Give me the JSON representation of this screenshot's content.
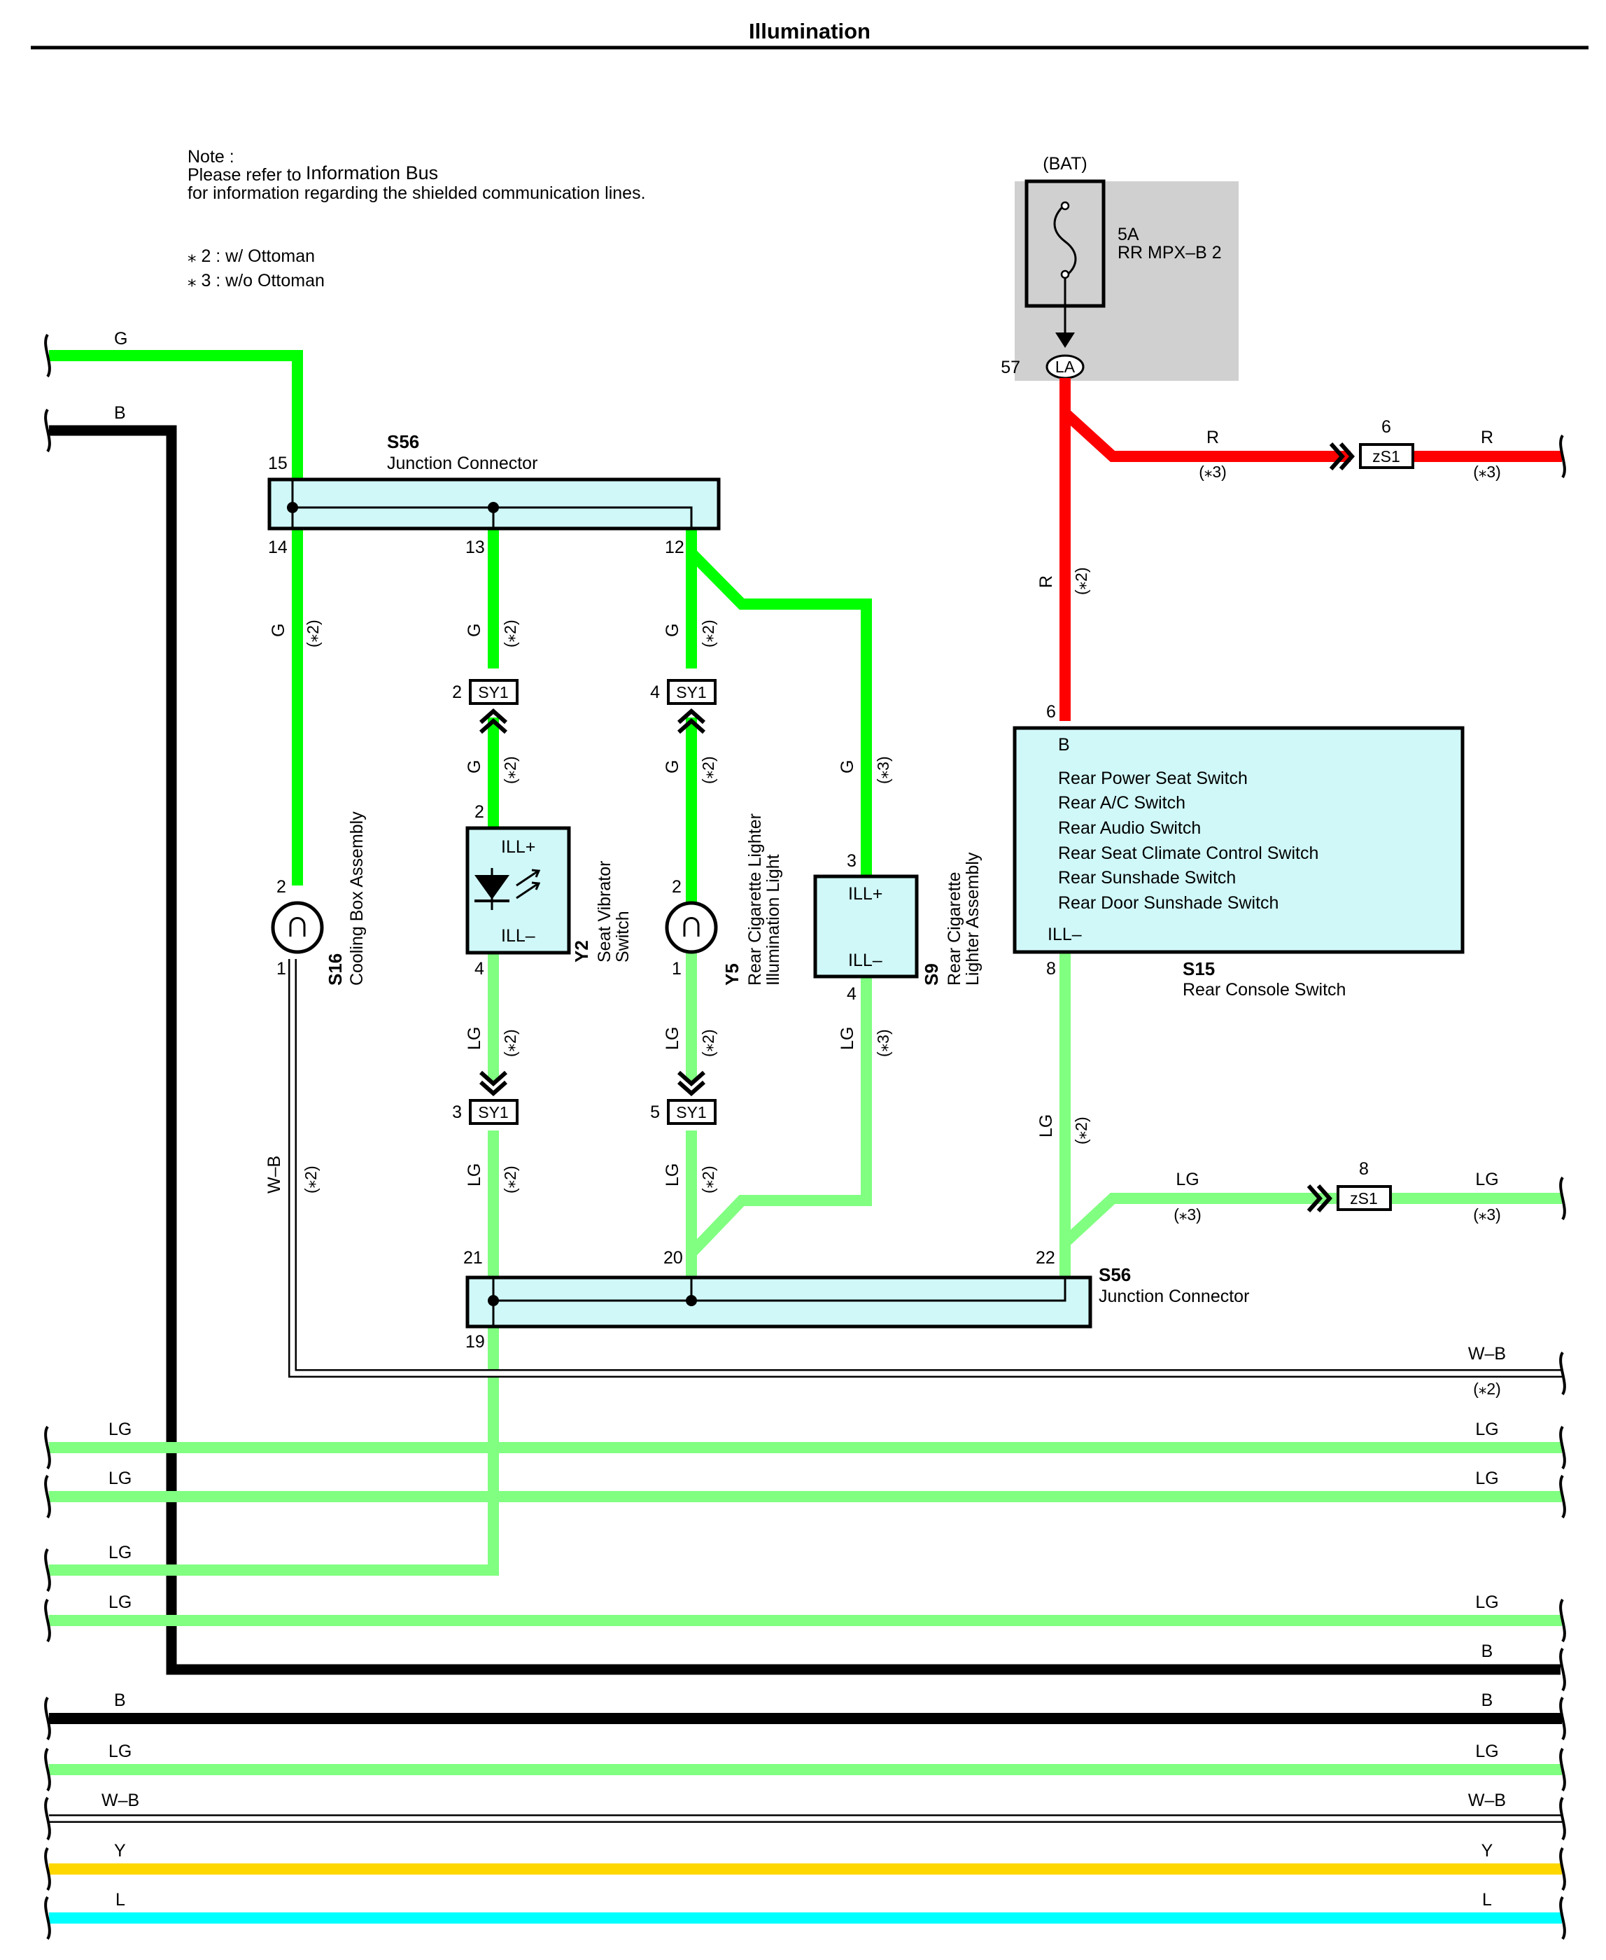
{
  "title": "Illumination",
  "notes": {
    "line1": "Note :",
    "line2_prefix": "Please refer to",
    "line2_link": "Information Bus",
    "line3": "for information regarding the shielded communication lines.",
    "star2": "⁎ 2 : w/ Ottoman",
    "star3": "⁎ 3 : w/o Ottoman"
  },
  "colors": {
    "G": "#00ff00",
    "LG": "#80ff80",
    "B": "#000000",
    "R": "#ff0000",
    "Y": "#ffd700",
    "L": "#00ffff",
    "W-B": "#ffffff",
    "component_fill": "#d0f8f8",
    "fuse_box_fill": "#d0d0d0"
  },
  "fuse": {
    "source": "(BAT)",
    "rating": "5A",
    "name": "RR MPX–B 2",
    "pin": "57",
    "connector": "LA"
  },
  "junction_top": {
    "code": "S56",
    "name": "Junction Connector",
    "pins": [
      "15",
      "14",
      "13",
      "12"
    ]
  },
  "junction_bottom": {
    "code": "S56",
    "name": "Junction Connector",
    "pins": [
      "21",
      "20",
      "22",
      "19"
    ]
  },
  "components": {
    "s16": {
      "code": "S16",
      "name": "Cooling Box Assembly",
      "pin_top": "2",
      "pin_bottom": "1"
    },
    "y2": {
      "code": "Y2",
      "name1": "Seat Vibrator",
      "name2": "Switch",
      "pin_top": "2",
      "pin_bottom": "4",
      "ill_plus": "ILL+",
      "ill_minus": "ILL–"
    },
    "y5": {
      "code": "Y5",
      "name1": "Rear Cigarette Lighter",
      "name2": "Illumination Light",
      "pin_top": "2",
      "pin_bottom": "1"
    },
    "s9": {
      "code": "S9",
      "name1": "Rear Cigarette",
      "name2": "Lighter Assembly",
      "pin_top": "3",
      "pin_bottom": "4",
      "ill_plus": "ILL+",
      "ill_minus": "ILL–"
    },
    "s15": {
      "code": "S15",
      "name": "Rear Console Switch",
      "pin_top": "6",
      "pin_bottom": "8",
      "pin_b": "B",
      "ill_minus": "ILL–",
      "items": [
        "Rear Power Seat Switch",
        "Rear A/C Switch",
        "Rear Audio Switch",
        "Rear Seat Climate Control Switch",
        "Rear Sunshade Switch",
        "Rear Door Sunshade Switch"
      ]
    }
  },
  "connectors": {
    "sy1_a": {
      "name": "SY1",
      "pin": "2"
    },
    "sy1_b": {
      "name": "SY1",
      "pin": "4"
    },
    "sy1_c": {
      "name": "SY1",
      "pin": "3"
    },
    "sy1_d": {
      "name": "SY1",
      "pin": "5"
    },
    "zs1_a": {
      "name": "zS1",
      "pin": "6"
    },
    "zs1_b": {
      "name": "zS1",
      "pin": "8"
    }
  },
  "wire_labels": {
    "g": "G",
    "lg": "LG",
    "b": "B",
    "r": "R",
    "wb": "W–B",
    "y": "Y",
    "l": "L",
    "s2": "(⁎2)",
    "s3": "(⁎3)"
  }
}
